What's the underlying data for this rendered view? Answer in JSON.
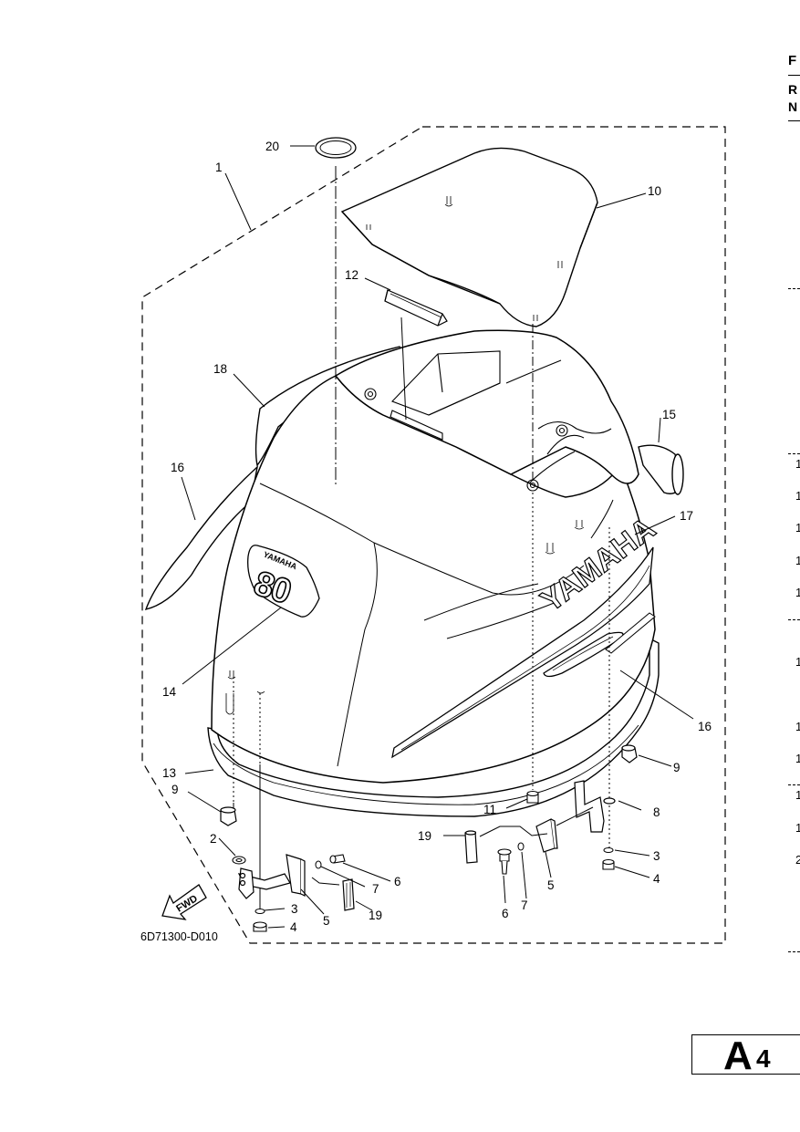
{
  "diagram": {
    "drawing_code": "6D71300-D010",
    "fwd_label": "FWD",
    "brand_text": "YAMAHA",
    "badge_brand": "YAMAHA",
    "badge_number": "80",
    "callouts": {
      "c1": "1",
      "c2": "2",
      "c3a": "3",
      "c3b": "3",
      "c4a": "4",
      "c4b": "4",
      "c5a": "5",
      "c5b": "5",
      "c6a": "6",
      "c6b": "6",
      "c7a": "7",
      "c7b": "7",
      "c8": "8",
      "c9a": "9",
      "c9b": "9",
      "c10": "10",
      "c11": "11",
      "c12": "12",
      "c13": "13",
      "c14": "14",
      "c15": "15",
      "c16a": "16",
      "c16b": "16",
      "c17": "17",
      "c18": "18",
      "c19a": "19",
      "c19b": "19",
      "c20": "20"
    }
  },
  "edge": {
    "f": "F",
    "r": "R",
    "n": "N",
    "nums": [
      "1",
      "1",
      "1",
      "1",
      "1",
      "1",
      "1",
      "1",
      "1",
      "1",
      "2"
    ]
  },
  "page_label": {
    "letter": "A",
    "number": "4"
  }
}
